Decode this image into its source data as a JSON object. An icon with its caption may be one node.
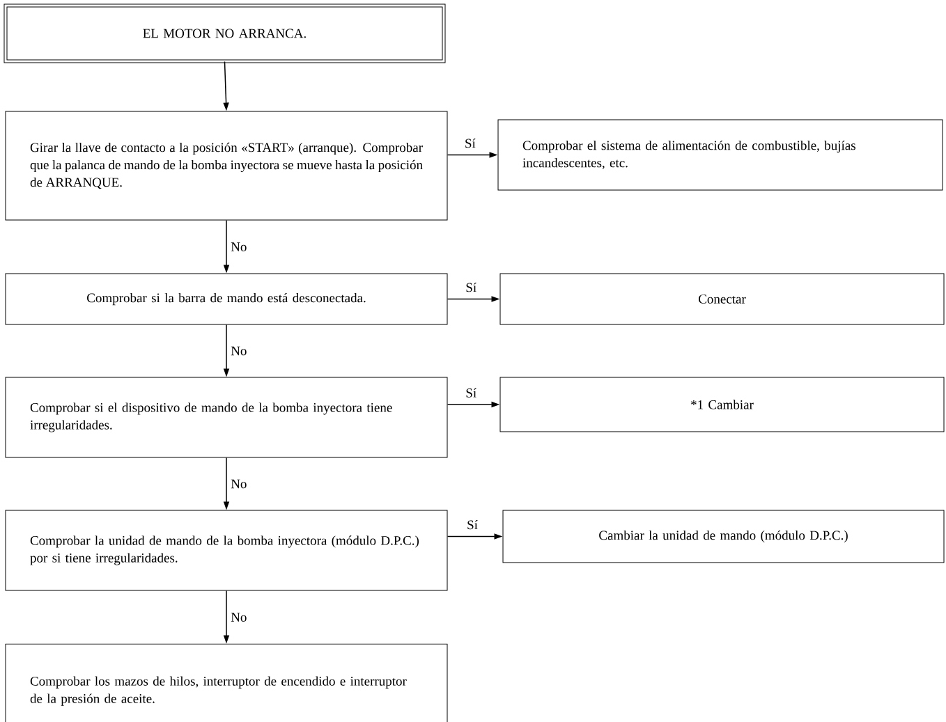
{
  "diagram": {
    "nodes": [
      {
        "text": [
          "EL MOTOR NO ARRANCA."
        ]
      },
      {
        "text": [
          "Girar la llave de contacto a la posición «START» (arranque). Comprobar que la palanca de mando de la bomba inyectora se mueve hasta la posición de ARRANQUE."
        ]
      },
      {
        "text": [
          "Comprobar el sistema de alimentación de combustible, bujías incandescentes, etc."
        ]
      },
      {
        "text": [
          "Comprobar si la barra de mando está desconectada."
        ]
      },
      {
        "text": [
          "Conectar"
        ]
      },
      {
        "text": [
          "Comprobar si el dispositivo de mando de la bomba inyectora tiene irregularidades."
        ]
      },
      {
        "text": [
          "*1 Cambiar"
        ]
      },
      {
        "text": [
          "Comprobar la unidad de mando de la bomba inyectora (módulo D.P.C.) por si tiene irregularidades."
        ]
      },
      {
        "text": [
          "Cambiar la unidad de mando (módulo D.P.C.)"
        ]
      },
      {
        "text": [
          "Comprobar los mazos de hilos, interruptor de encendido e interruptor de la presión de aceite."
        ]
      }
    ],
    "edges": [
      {
        "from": 0,
        "to": 1,
        "arrow": "to"
      },
      {
        "from": 1,
        "to": 2,
        "arrow": "to",
        "label": "Sí"
      },
      {
        "from": 1,
        "to": 3,
        "arrow": "to",
        "label": "No"
      },
      {
        "from": 3,
        "to": 4,
        "arrow": "to",
        "label": "Sí"
      },
      {
        "from": 3,
        "to": 5,
        "arrow": "to",
        "label": "No"
      },
      {
        "from": 5,
        "to": 6,
        "arrow": "to",
        "label": "Sí"
      },
      {
        "from": 5,
        "to": 7,
        "arrow": "to",
        "label": "No"
      },
      {
        "from": 7,
        "to": 8,
        "arrow": "to",
        "label": "Sí"
      },
      {
        "from": 7,
        "to": 9,
        "arrow": "to",
        "label": "No"
      }
    ]
  }
}
